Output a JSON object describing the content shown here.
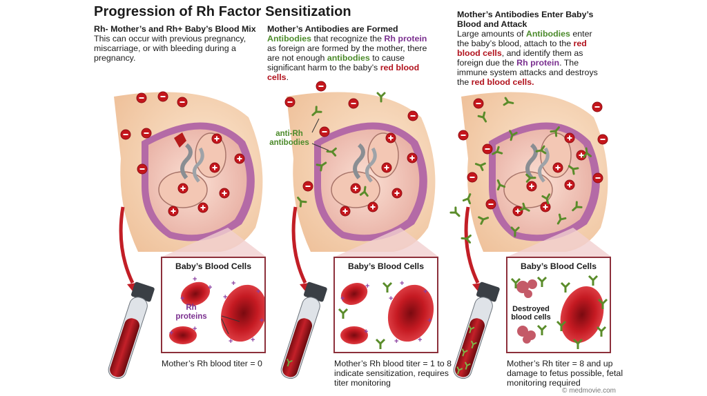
{
  "title": "Progression of Rh Factor Sensitization",
  "columns": [
    {
      "heading": "Rh- Mother’s and Rh+ Baby’s Blood Mix",
      "body": "This can occur with previous pregnancy, miscarriage, or with bleeding during a pregnancy.",
      "inset_title": "Baby’s Blood Cells",
      "inset_label": "Rh proteins",
      "caption": "Mother’s Rh blood titer = 0"
    },
    {
      "heading": "Mother’s Antibodies are Formed",
      "t1": "Antibodies",
      "t2": " that recognize the ",
      "t3": "Rh protein",
      "t4": " as foreign are formed by the mother, there are not enough ",
      "t5": "antibodies",
      "t6": " to cause significant harm to the baby’s ",
      "t7": "red blood cells",
      "t8": ".",
      "label": "anti-Rh antibodies",
      "inset_title": "Baby’s Blood Cells",
      "caption": "Mother’s Rh blood titer = 1 to 8 indicate sensitization, requires titer monitoring"
    },
    {
      "heading": "Mother’s Antibodies Enter Baby’s Blood and Attack",
      "t1": "Large amounts of ",
      "t2": "Antibodies",
      "t3": " enter the baby’s blood, attach to the ",
      "t4": "red blood cells",
      "t5": ", and identify them as foreign due the ",
      "t6": "Rh protein",
      "t7": ". The immune system attacks and destroys the ",
      "t8": "red blood cells.",
      "inset_title": "Baby’s Blood Cells",
      "inset_label": "Destroyed blood cells",
      "caption": "Mother’s Rh titer = 8 and up damage to fetus possible, fetal monitoring required"
    }
  ],
  "credit": "© medmovie.com",
  "colors": {
    "belly": "#f6d7b8",
    "uterus": "#a85f9e",
    "rbc": "#c4161c",
    "antibody": "#5a8c2a",
    "rh_protein": "#8a3fa0",
    "inset_border": "#8c2f3a"
  }
}
